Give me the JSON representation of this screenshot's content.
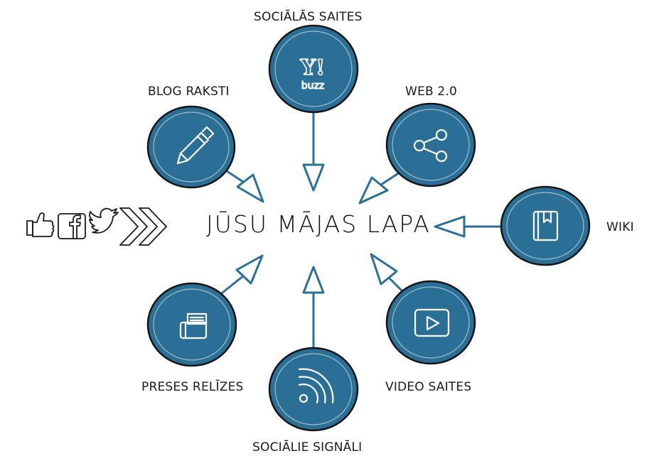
{
  "center": {
    "title": "JŪSU MĀJAS LAPA"
  },
  "nodes": [
    {
      "id": "socialas-saites",
      "label": "SOCIĀLĀS SAITES",
      "icon": "yahoo-buzz-icon",
      "icon_text_top": "Y!",
      "icon_text_bottom": "buzz"
    },
    {
      "id": "blog-raksti",
      "label": "BLOG RAKSTI",
      "icon": "pen-icon"
    },
    {
      "id": "web-2-0",
      "label": "WEB 2.0",
      "icon": "share-icon"
    },
    {
      "id": "wiki",
      "label": "WIKI",
      "icon": "book-icon"
    },
    {
      "id": "video-saites",
      "label": "VIDEO SAITES",
      "icon": "play-icon"
    },
    {
      "id": "sociale-signali",
      "label": "SOCIĀLIE SIGNĀLI",
      "icon": "rss-icon"
    },
    {
      "id": "preses-relizes",
      "label": "PRESES RELĪZES",
      "icon": "press-release-icon"
    }
  ],
  "social_icons": [
    "thumbs-up-icon",
    "facebook-icon",
    "twitter-icon",
    "double-chevron-icon"
  ],
  "colors": {
    "node_fill": "#2b6f96",
    "node_stroke": "#1a1a1a",
    "arrow": "#2b6f96",
    "text": "#111111"
  }
}
